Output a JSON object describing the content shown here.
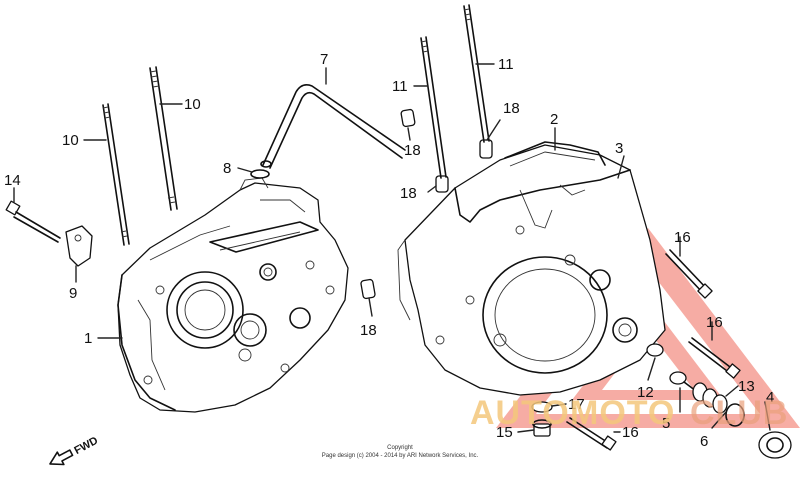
{
  "labels": {
    "p1": "1",
    "p2": "2",
    "p3": "3",
    "p4": "4",
    "p5": "5",
    "p6": "6",
    "p7": "7",
    "p8": "8",
    "p9": "9",
    "p10a": "10",
    "p10b": "10",
    "p11a": "11",
    "p11b": "11",
    "p12": "12",
    "p13": "13",
    "p14": "14",
    "p15": "15",
    "p16a": "16",
    "p16b": "16",
    "p16c": "16",
    "p17": "17",
    "p18a": "18",
    "p18b": "18",
    "p18c": "18",
    "p18d": "18"
  },
  "fwd": "FWD",
  "copyright": {
    "line1": "Copyright",
    "line2": "Page design (c) 2004 - 2014 by ARI Network Services, Inc."
  },
  "watermark": {
    "part1": "AUTO",
    "part2": "MOTO",
    "part3": "CLUB",
    "color": "#e8402a"
  }
}
